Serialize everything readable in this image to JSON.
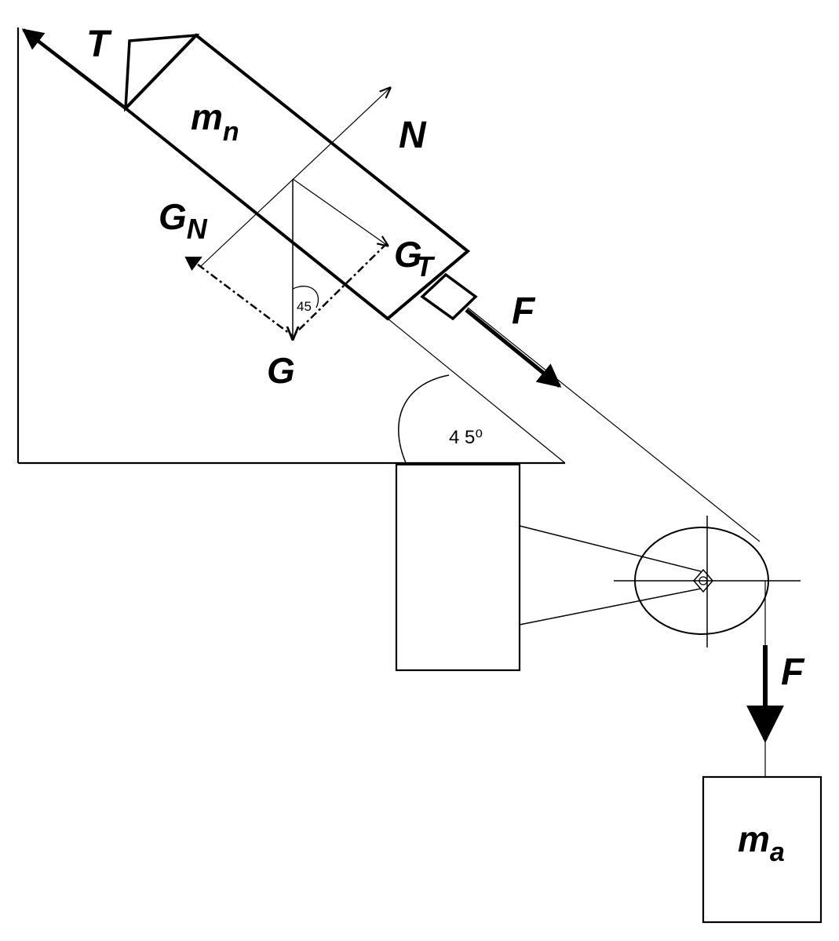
{
  "labels": {
    "tension": "T",
    "block_mass_main": "m",
    "block_mass_sub": "n",
    "normal": "N",
    "gravity_normal_main": "G",
    "gravity_normal_sub": "N",
    "gravity_tangent_main": "G",
    "gravity_tangent_sub": "T",
    "gravity": "G",
    "force_incline": "F",
    "force_vertical": "F",
    "hanging_mass_main": "m",
    "hanging_mass_sub": "a",
    "small_angle": "45",
    "incline_angle": "4 5⁰"
  }
}
